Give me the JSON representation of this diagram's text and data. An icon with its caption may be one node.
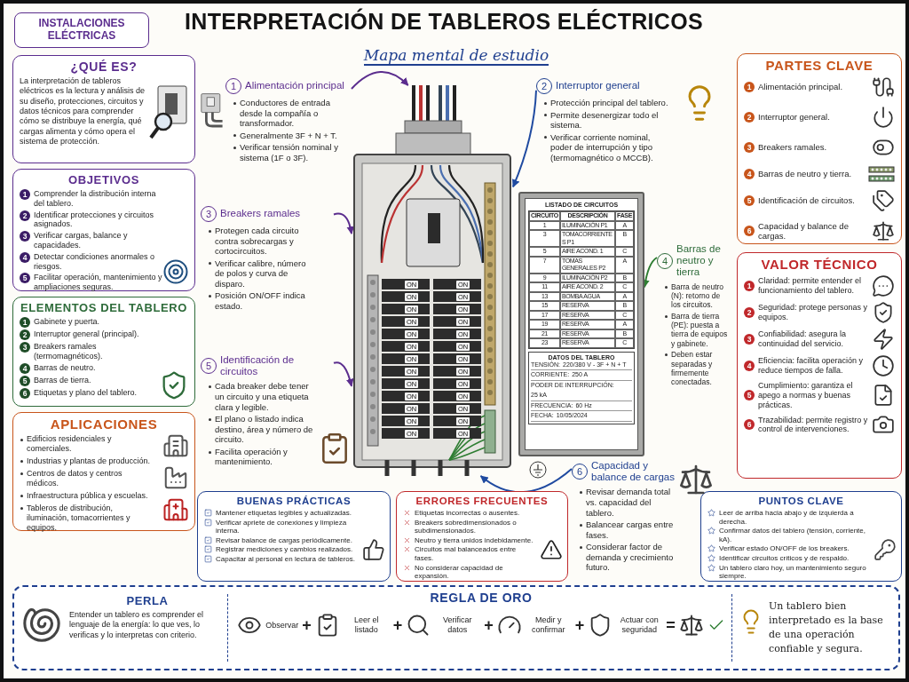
{
  "diagram": {
    "title": "INTERPRETACIÓN DE TABLEROS ELÉCTRICOS",
    "nodes": [
      {
        "text": [
          "INSTALACIONES ELÉCTRICAS"
        ]
      },
      {
        "text": [
          "¿QUÉ ES?",
          "La interpretación de tableros eléctricos es la lectura y análisis de su diseño, protecciones, circuitos y datos técnicos para comprender cómo se distribuye la energía, qué cargas alimenta y cómo opera el sistema de protección."
        ]
      },
      {
        "text": [
          "OBJETIVOS",
          "1",
          "Comprender la distribución interna del tablero.",
          "2",
          "Identificar protecciones y circuitos asignados.",
          "3",
          "Verificar cargas, balance y capacidades.",
          "4",
          "Detectar condiciones anormales o riesgos.",
          "5",
          "Facilitar operación, mantenimiento y ampliaciones seguras."
        ]
      },
      {
        "text": [
          "ELEMENTOS DEL TABLERO",
          "1",
          "Gabinete y puerta.",
          "2",
          "Interruptor general (principal).",
          "3",
          "Breakers ramales (termomagnéticos).",
          "4",
          "Barras de neutro.",
          "5",
          "Barras de tierra.",
          "6",
          "Etiquetas y plano del tablero."
        ]
      },
      {
        "text": [
          "APLICACIONES",
          "Edificios residenciales y comerciales.",
          "Industrias y plantas de producción.",
          "Centros de datos y centros médicos.",
          "Infraestructura pública y escuelas.",
          "Tableros de distribución, iluminación, tomacorrientes y equipos."
        ]
      },
      {
        "text": [
          "1",
          "Alimentación principal",
          "Conductores de entrada desde la compañía o transformador.",
          "Generalmente 3F + N + T.",
          "Verificar tensión nominal y sistema (1F o 3F)."
        ]
      },
      {
        "text": [
          "2",
          "Interruptor general",
          "Protección principal del tablero.",
          "Permite desenergizar todo el sistema.",
          "Verificar corriente nominal, poder de interrupción y tipo (termomagnético o MCCB)."
        ]
      },
      {
        "text": [
          "3",
          "Breakers ramales",
          "Protegen cada circuito contra sobrecargas y cortocircuitos.",
          "Verificar calibre, número de polos y curva de disparo.",
          "Posición ON/OFF indica estado."
        ]
      },
      {
        "text": [
          "4",
          "Barras de neutro y tierra",
          "Barra de neutro (N): retorno de los circuitos.",
          "Barra de tierra (PE): puesta a tierra de equipos y gabinete.",
          "Deben estar separadas y firmemente conectadas."
        ]
      },
      {
        "text": [
          "5",
          "Identificación de circuitos",
          "Cada breaker debe tener un circuito y una etiqueta clara y legible.",
          "El plano o listado indica destino, área y número de circuito.",
          "Facilita operación y mantenimiento."
        ]
      },
      {
        "text": [
          "6",
          "Capacidad y balance de cargas",
          "Revisar demanda total vs. capacidad del tablero.",
          "Balancear cargas entre fases.",
          "Considerar factor de demanda y crecimiento futuro."
        ]
      },
      {
        "text": [],
        "shape": "picture"
      },
      {
        "text": [
          "LISTADO DE CIRCUITOS",
          "DATOS DEL TABLERO"
        ]
      },
      {
        "text": [
          "PARTES CLAVE",
          "1",
          "Alimentación principal.",
          "2",
          "Interruptor general.",
          "3",
          "Breakers ramales.",
          "4",
          "Barras de neutro y tierra.",
          "5",
          "Identificación de circuitos.",
          "6",
          "Capacidad y balance de cargas."
        ]
      },
      {
        "text": [
          "VALOR TÉCNICO",
          "1",
          "Claridad: permite entender el funcionamiento del tablero.",
          "2",
          "Seguridad: protege personas y equipos.",
          "3",
          "Confiabilidad: asegura la continuidad del servicio.",
          "4",
          "Eficiencia: facilita operación y reduce tiempos de falla.",
          "5",
          "Cumplimiento: garantiza el apego a normas y buenas prácticas.",
          "6",
          "Trazabilidad: permite registro y control de intervenciones."
        ]
      },
      {
        "text": [
          "BUENAS PRÁCTICAS",
          "Mantener etiquetas legibles y actualizadas.",
          "Verificar apriete de conexiones y limpieza interna.",
          "Revisar balance de cargas periódicamente.",
          "Registrar mediciones y cambios realizados.",
          "Capacitar al personal en lectura de tableros."
        ]
      },
      {
        "text": [
          "ERRORES FRECUENTES",
          "Etiquetas incorrectas o ausentes.",
          "Breakers sobredimensionados o subdimensionados.",
          "Neutro y tierra unidos indebidamente.",
          "Circuitos mal balanceados entre fases.",
          "No considerar capacidad de expansión."
        ]
      },
      {
        "text": [
          "PUNTOS CLAVE",
          "Leer de arriba hacia abajo y de izquierda a derecha.",
          "Confirmar datos del tablero (tensión, corriente, kA).",
          "Verificar estado ON/OFF de los breakers.",
          "Identificar circuitos críticos y de respaldo.",
          "Un tablero claro hoy, un mantenimiento seguro siempre."
        ]
      },
      {
        "text": [],
        "shape": "box"
      },
      {
        "text": [
          "PERLA",
          "Entender un tablero es comprender el lenguaje de la energía: lo que ves, lo verificas y lo interpretas con criterio."
        ],
        "in": 18
      },
      {
        "text": [
          "REGLA DE ORO",
          "Observar",
          "+",
          "Leer el listado",
          "+",
          "Verificar datos",
          "+",
          "Medir y confirmar",
          "+",
          "Actuar con seguridad",
          "="
        ],
        "in": 18
      },
      {
        "text": [
          "Un tablero bien interpretado es la base de una operación confiable y segura."
        ],
        "in": 18
      }
    ],
    "edges": [
      {
        "from": 5,
        "to": 11,
        "arrow": "to"
      },
      {
        "from": 6,
        "to": 11,
        "arrow": "to",
        "color": "#1f4aa0"
      },
      {
        "from": 7,
        "to": 11,
        "arrow": "to"
      },
      {
        "from": 8,
        "to": 12,
        "arrow": "to",
        "color": "#2e7d32"
      },
      {
        "from": 9,
        "to": 11,
        "arrow": "to"
      },
      {
        "from": 10,
        "to": 11,
        "arrow": "to",
        "color": "#1f4aa0"
      }
    ],
    "labels": [
      "Mapa mental de estudio",
      "CIRCUITO",
      "DESCRIPCIÓN",
      "FASE",
      "1",
      "ILUMINACIÓN P1",
      "A",
      "3",
      "TOMACORRIENTES P1",
      "B",
      "5",
      "AIRE ACOND. 1",
      "C",
      "7",
      "TOMAS GENERALES P2",
      "A",
      "9",
      "ILUMINACIÓN P2",
      "B",
      "11",
      "AIRE ACOND. 2",
      "C",
      "13",
      "BOMBA AGUA",
      "A",
      "15",
      "RESERVA",
      "B",
      "17",
      "RESERVA",
      "C",
      "19",
      "RESERVA",
      "A",
      "21",
      "RESERVA",
      "B",
      "23",
      "RESERVA",
      "C",
      "TENSIÓN:",
      "220/380 V - 3F + N + T",
      "CORRIENTE:",
      "250 A",
      "PODER DE INTERRUPCIÓN:",
      "25 kA",
      "FRECUENCIA:",
      "60 Hz",
      "FECHA:",
      "10/05/2024",
      "ON",
      "ON",
      "ON",
      "ON",
      "ON",
      "ON",
      "ON",
      "ON",
      "ON",
      "ON",
      "ON",
      "ON",
      "ON",
      "ON",
      "ON",
      "ON",
      "ON",
      "ON",
      "ON",
      "ON",
      "ON",
      "ON",
      "ON",
      "ON",
      "ON",
      "ON"
    ]
  }
}
